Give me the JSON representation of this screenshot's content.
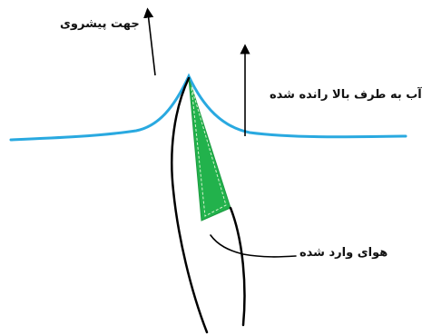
{
  "labels": {
    "direction": "جهت پیشروی",
    "water_pushed_up": "آب به طرف بالا رانده شده",
    "air_entered": "هوای وارد شده"
  },
  "colors": {
    "water_surface": "#29a9e0",
    "air_wedge": "#22b24c",
    "outline": "#000000"
  }
}
